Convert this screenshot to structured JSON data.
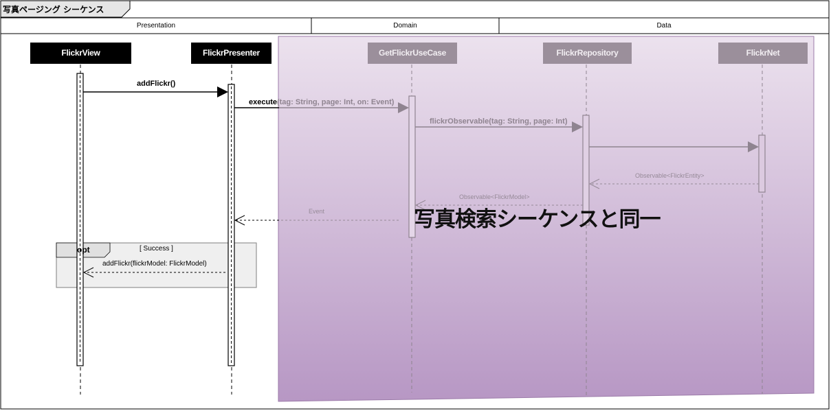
{
  "diagram_title": "写真ページング シーケンス",
  "lanes": [
    {
      "label": "Presentation"
    },
    {
      "label": "Domain"
    },
    {
      "label": "Data"
    }
  ],
  "participants": [
    {
      "name": "FlickrView"
    },
    {
      "name": "FlickrPresenter"
    },
    {
      "name": "GetFlickrUseCase"
    },
    {
      "name": "FlickrRepository"
    },
    {
      "name": "FlickrNet"
    }
  ],
  "messages": {
    "add_flickr": "addFlickr()",
    "execute": "execute(tag: String, page: Int, on: Event)",
    "flickr_observable": "flickrObservable(tag: String, page: Int)",
    "observable_entity": "Observable<FlickrEntity>",
    "observable_model": "Observable<FlickrModel>",
    "event": "Event"
  },
  "opt_fragment": {
    "label": "opt",
    "guard": "[ Success ]",
    "message": "addFlickr(flickrModel: FlickrModel)"
  },
  "overlay_note": "写真検索シーケンスと同一",
  "colors": {
    "overlay_top": "#e9dcec",
    "overlay_bottom": "#b99ac6",
    "overlay_border": "#9b7aa8",
    "dim_gray": "#8f8490",
    "active_black": "#000000"
  }
}
